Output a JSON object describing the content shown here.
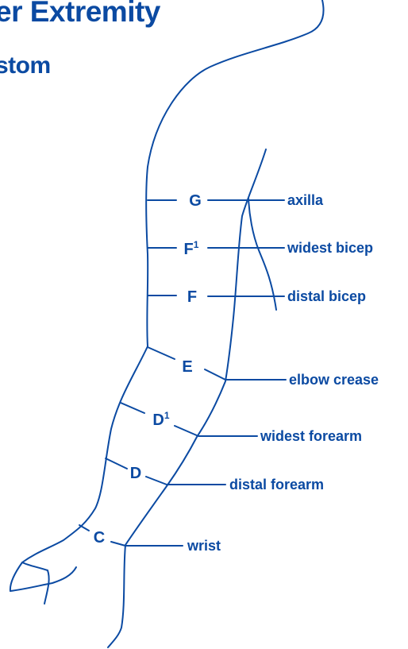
{
  "header": {
    "title": "er Extremity",
    "subtitle": "stom"
  },
  "diagram": {
    "accent_color": "#0b4aa2",
    "markers": [
      {
        "code": "G",
        "sup": "",
        "site": "axilla"
      },
      {
        "code": "F",
        "sup": "1",
        "site": "widest bicep"
      },
      {
        "code": "F",
        "sup": "",
        "site": "distal bicep"
      },
      {
        "code": "E",
        "sup": "",
        "site": "elbow crease"
      },
      {
        "code": "D",
        "sup": "1",
        "site": "widest forearm"
      },
      {
        "code": "D",
        "sup": "",
        "site": "distal forearm"
      },
      {
        "code": "C",
        "sup": "",
        "site": "wrist"
      }
    ]
  }
}
